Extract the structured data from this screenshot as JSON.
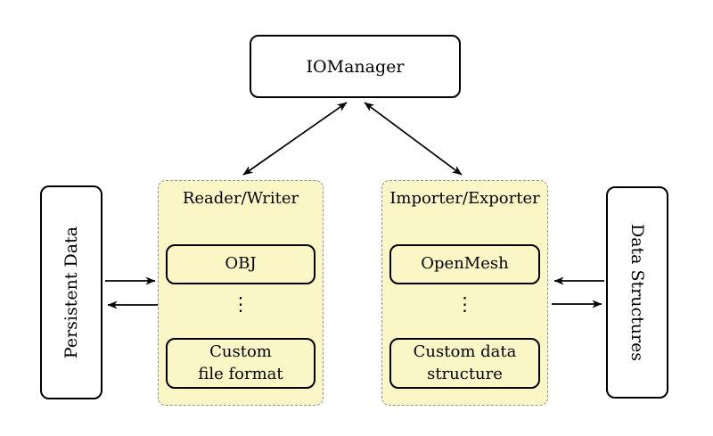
{
  "colors": {
    "background": "#ffffff",
    "group_fill": "#fbf6c6",
    "group_border": "#929292",
    "node_border": "#000000",
    "node_fill": "#ffffff",
    "arrow": "#000000",
    "text": "#000000"
  },
  "nodes": {
    "iomanager": "IOManager",
    "persistent_data": "Persistent Data",
    "data_structures": "Data Structures"
  },
  "groups": {
    "reader_writer": {
      "title": "Reader/Writer",
      "top_item": "OBJ",
      "ellipsis": "⋮",
      "bottom_item": "Custom\nfile format"
    },
    "importer_exporter": {
      "title": "Importer/Exporter",
      "top_item": "OpenMesh",
      "ellipsis": "⋮",
      "bottom_item": "Custom data\nstructure"
    }
  },
  "arrows": [
    {
      "name": "iomanager-readerwriter",
      "type": "double"
    },
    {
      "name": "iomanager-importerexporter",
      "type": "double"
    },
    {
      "name": "persistentdata-to-readerwriter",
      "type": "single"
    },
    {
      "name": "readerwriter-to-persistentdata",
      "type": "single"
    },
    {
      "name": "datastructures-to-importerexporter",
      "type": "single"
    },
    {
      "name": "importerexporter-to-datastructures",
      "type": "single"
    }
  ]
}
